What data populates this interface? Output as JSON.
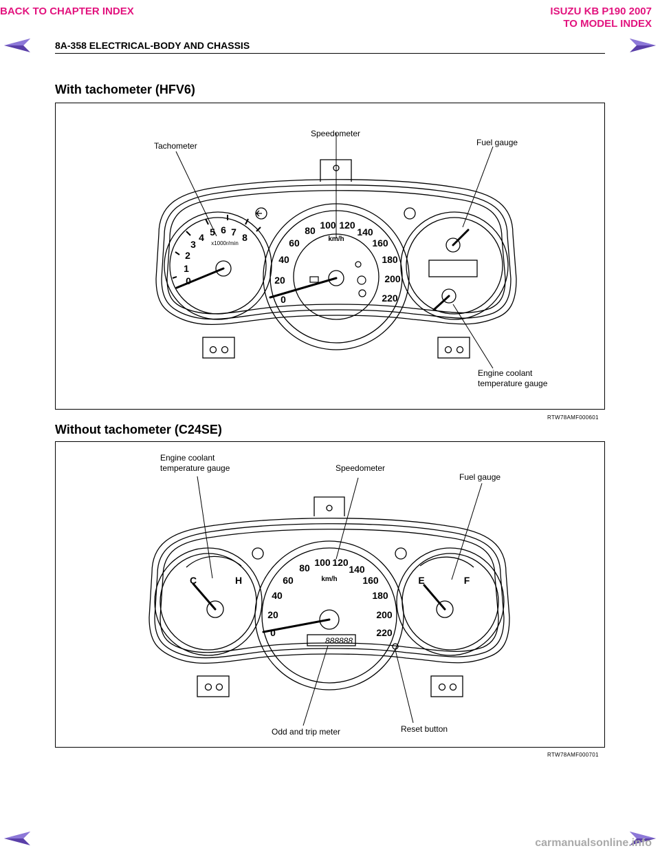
{
  "nav": {
    "back_to_chapter": "BACK TO CHAPTER INDEX",
    "model_title_line1": "ISUZU KB P190 2007",
    "model_title_line2": "TO MODEL INDEX"
  },
  "header": {
    "title": "8A-358  ELECTRICAL-BODY AND CHASSIS"
  },
  "figure1": {
    "heading": "With tachometer (HFV6)",
    "labels": {
      "tachometer": "Tachometer",
      "speedometer": "Speedometer",
      "fuel_gauge": "Fuel gauge",
      "coolant_line1": "Engine coolant",
      "coolant_line2": "temperature gauge"
    },
    "figure_id": "RTW78AMF000601",
    "tach_ticks": [
      "0",
      "1",
      "2",
      "3",
      "4",
      "5",
      "6",
      "7",
      "8"
    ],
    "tach_unit": "x1000r/min",
    "speed_ticks": [
      "0",
      "20",
      "40",
      "60",
      "80",
      "100",
      "120",
      "140",
      "160",
      "180",
      "200",
      "220"
    ],
    "speed_unit": "km/h"
  },
  "figure2": {
    "heading": "Without tachometer (C24SE)",
    "labels": {
      "coolant_line1": "Engine coolant",
      "coolant_line2": "temperature gauge",
      "speedometer": "Speedometer",
      "fuel_gauge": "Fuel gauge",
      "odometer": "Odd and trip meter",
      "reset_button": "Reset button"
    },
    "figure_id": "RTW78AMF000701",
    "odometer_display": "888888"
  },
  "footer": {
    "site": "carmanualsonline.info"
  },
  "colors": {
    "nav_link": "#e2137e",
    "nav_arrow": "#5a3fa8"
  }
}
